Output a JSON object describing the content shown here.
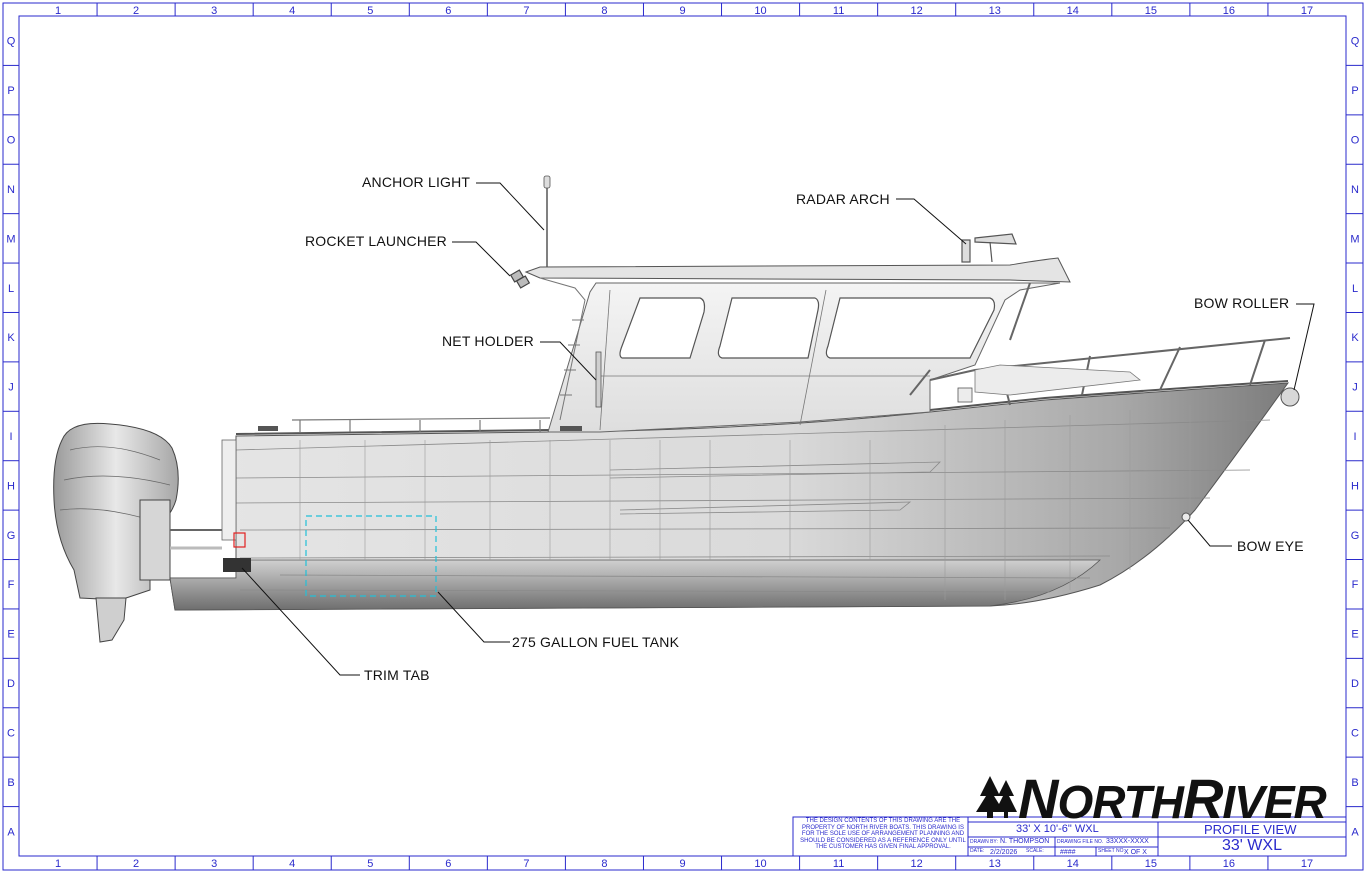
{
  "border": {
    "columns": [
      "1",
      "2",
      "3",
      "4",
      "5",
      "6",
      "7",
      "8",
      "9",
      "10",
      "11",
      "12",
      "13",
      "14",
      "15",
      "16",
      "17"
    ],
    "rows": [
      "Q",
      "P",
      "O",
      "N",
      "M",
      "L",
      "K",
      "J",
      "I",
      "H",
      "G",
      "F",
      "E",
      "D",
      "C",
      "B",
      "A"
    ]
  },
  "callouts": {
    "anchor_light": "ANCHOR LIGHT",
    "rocket_launcher": "ROCKET LAUNCHER",
    "net_holder": "NET HOLDER",
    "radar_arch": "RADAR ARCH",
    "bow_roller": "BOW ROLLER",
    "bow_eye": "BOW EYE",
    "fuel_tank": "275 GALLON FUEL TANK",
    "trim_tab": "TRIM TAB"
  },
  "title_block": {
    "note": "THE DESIGN CONTENTS OF THIS DRAWING ARE THE PROPERTY OF NORTH RIVER BOATS. THIS DRAWING IS FOR THE SOLE USE OF ARRANGEMENT PLANNING AND SHOULD BE CONSIDERED AS A REFERENCE ONLY UNTIL THE CUSTOMER HAS GIVEN FINAL APPROVAL.",
    "boat_size": "33' X 10'-6\" WXL",
    "drawn_by_label": "DRAWN BY:",
    "drawn_by": "N. THOMPSON",
    "drawing_file_label": "DRAWING FILE NO.",
    "drawing_file": "33XXX-XXXX",
    "date_label": "DATE:",
    "date": "2/2/2026",
    "scale_label": "SCALE:",
    "scale": "####",
    "sheet_label": "SHEET NO.",
    "sheet": "X OF X",
    "view_title": "PROFILE VIEW",
    "model": "33' WXL"
  },
  "logo": {
    "text_n": "N",
    "text_orth": "ORTH",
    "text_r": "R",
    "text_iver": "IVER"
  },
  "colors": {
    "frame": "#2a2acc",
    "fuel_tank_outline": "#22c0d8",
    "trim_tab_marker": "#e02020"
  }
}
